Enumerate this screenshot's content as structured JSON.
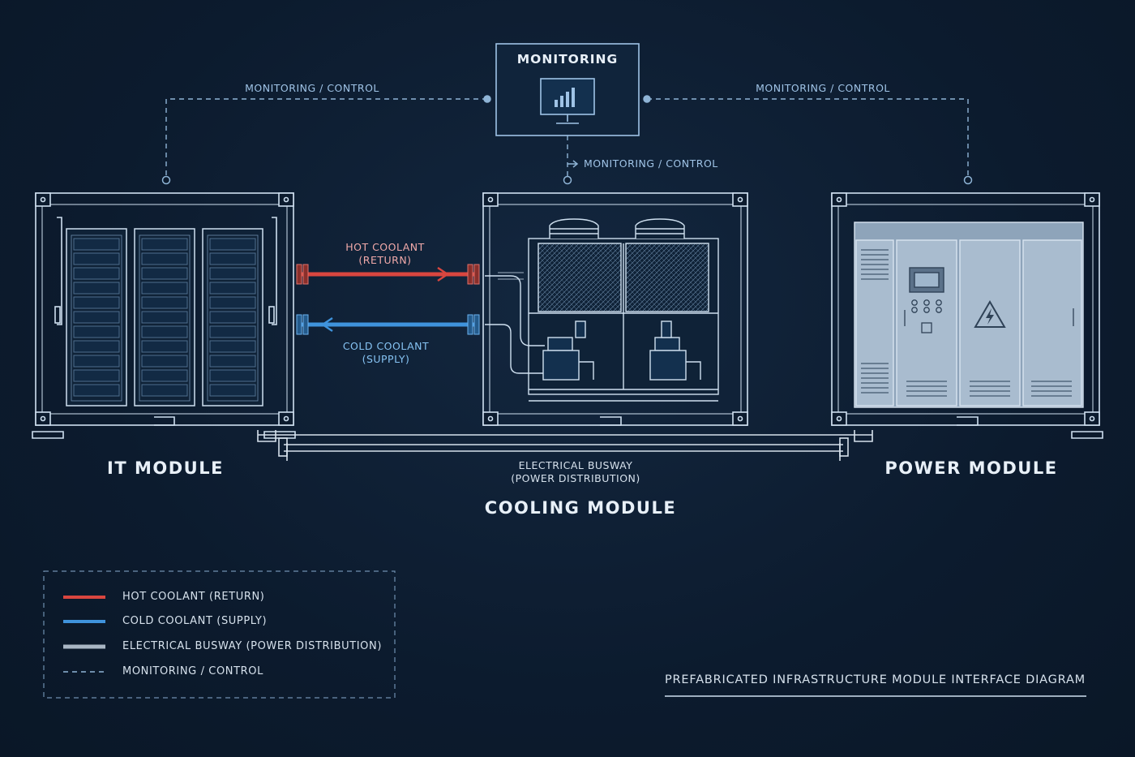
{
  "monitoring": {
    "title": "MONITORING",
    "link_left": "MONITORING / CONTROL",
    "link_right": "MONITORING / CONTROL",
    "link_center": "MONITORING / CONTROL"
  },
  "modules": {
    "it": "IT MODULE",
    "cooling": "COOLING MODULE",
    "power": "POWER MODULE"
  },
  "flows": {
    "hot_line1": "HOT COOLANT",
    "hot_line2": "(RETURN)",
    "cold_line1": "COLD COOLANT",
    "cold_line2": "(SUPPLY)",
    "bus_line1": "ELECTRICAL BUSWAY",
    "bus_line2": "(POWER DISTRIBUTION)"
  },
  "legend": {
    "items": [
      {
        "label": "HOT COOLANT (RETURN)",
        "color": "#d9463f"
      },
      {
        "label": "COLD COOLANT (SUPPLY)",
        "color": "#3f93dc"
      },
      {
        "label": "ELECTRICAL BUSWAY (POWER DISTRIBUTION)",
        "color": "#a9b6c4"
      },
      {
        "label": "MONITORING / CONTROL",
        "color": "#8fb4d6"
      }
    ]
  },
  "caption": "PREFABRICATED INFRASTRUCTURE MODULE INTERFACE DIAGRAM",
  "colors": {
    "background": "#0c1b2e",
    "line": "#cfe0f0",
    "accent": "#8fb4d6",
    "hot": "#d9463f",
    "cold": "#3f93dc"
  }
}
